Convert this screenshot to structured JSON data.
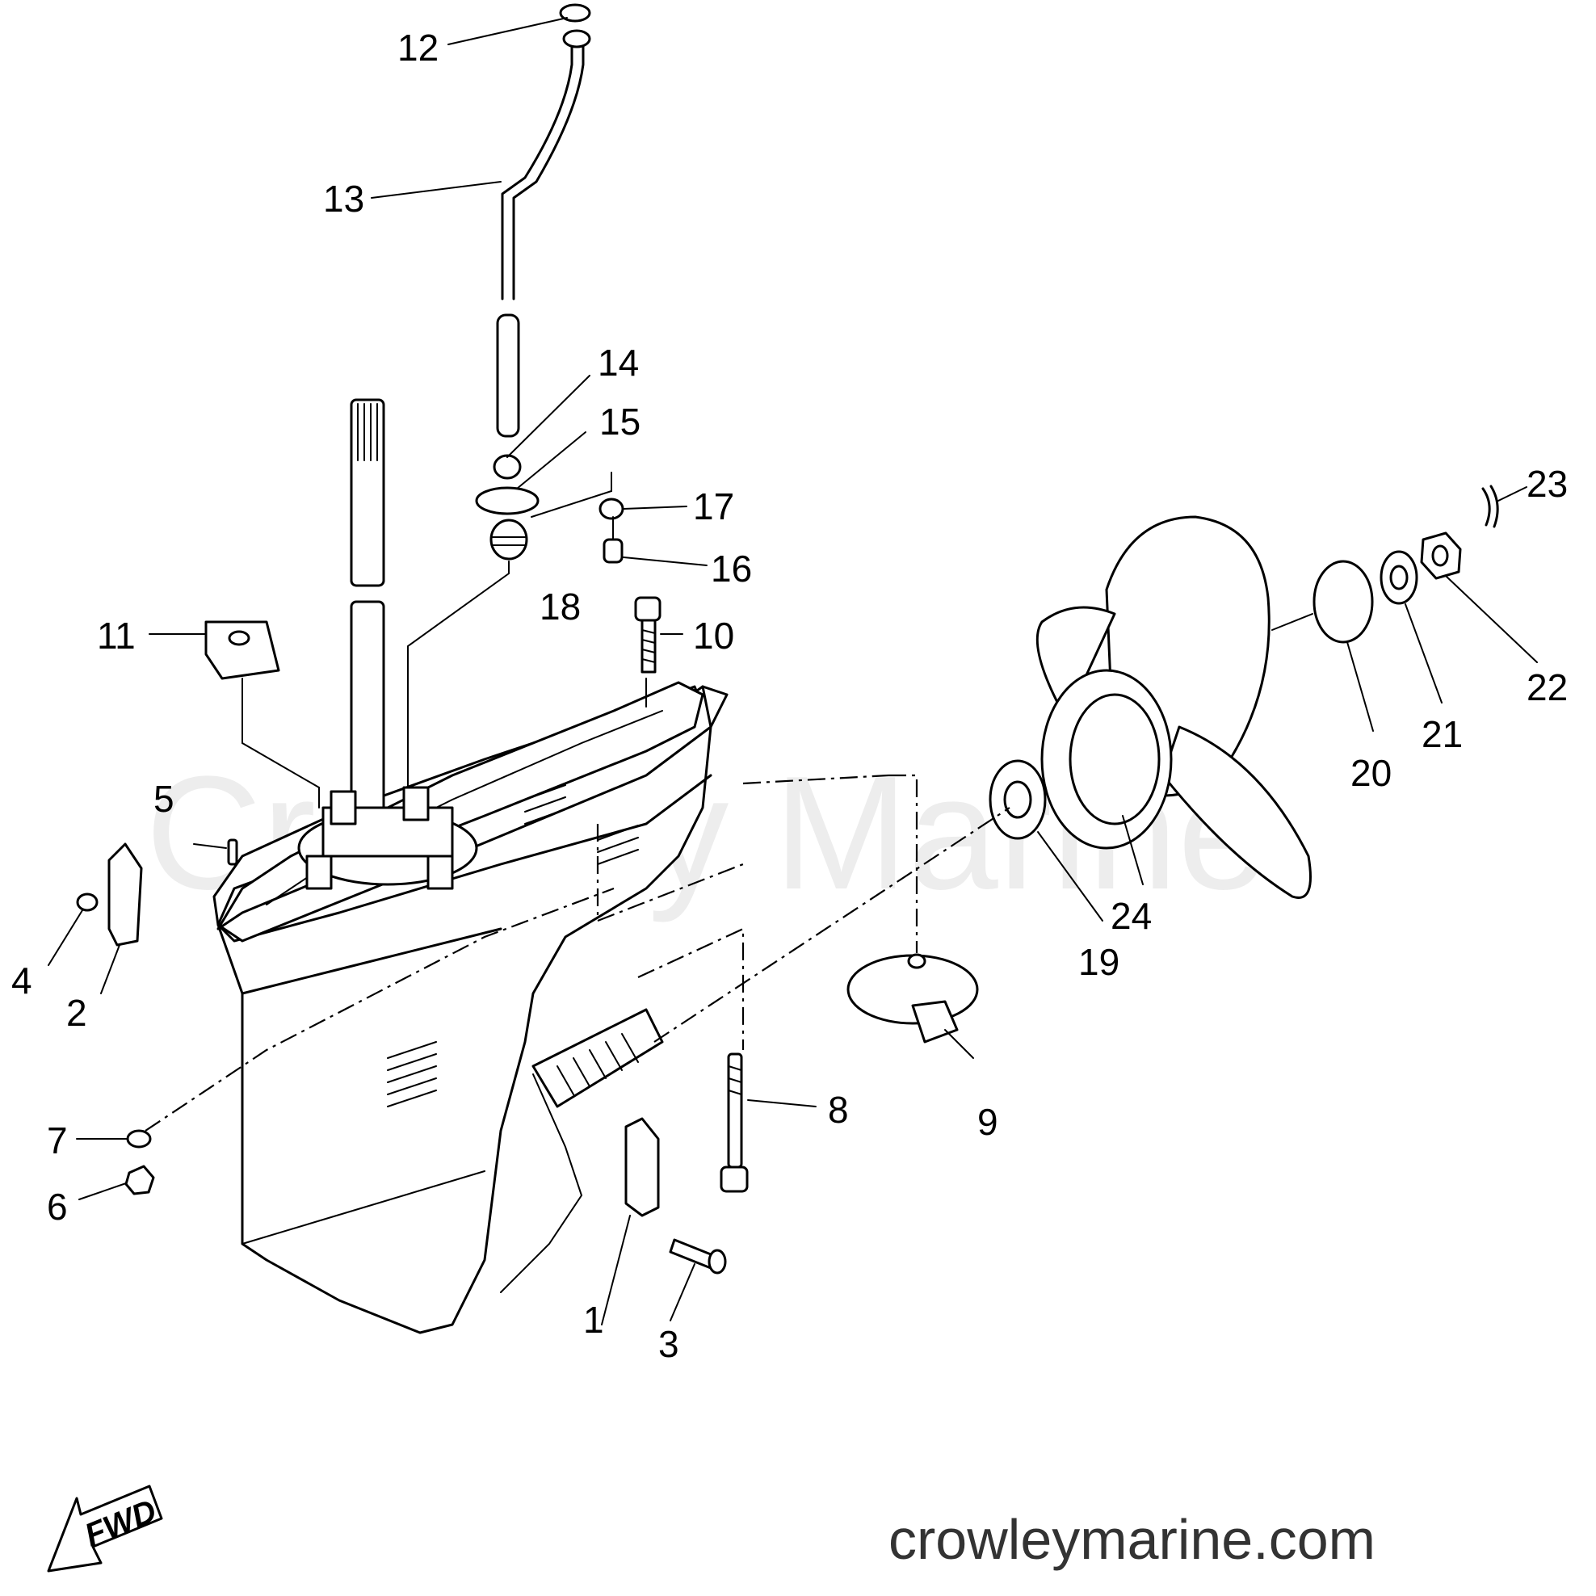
{
  "diagram": {
    "watermark": "Crowley Marine",
    "website": "crowleymarine.com",
    "fwd_label": "FWD",
    "callouts": {
      "c1": "1",
      "c2": "2",
      "c3": "3",
      "c4": "4",
      "c5": "5",
      "c6": "6",
      "c7": "7",
      "c8": "8",
      "c9": "9",
      "c10": "10",
      "c11": "11",
      "c12": "12",
      "c13": "13",
      "c14": "14",
      "c15": "15",
      "c16": "16",
      "c17": "17",
      "c18": "18",
      "c19": "19",
      "c20": "20",
      "c21": "21",
      "c22": "22",
      "c23": "23",
      "c24": "24"
    }
  }
}
